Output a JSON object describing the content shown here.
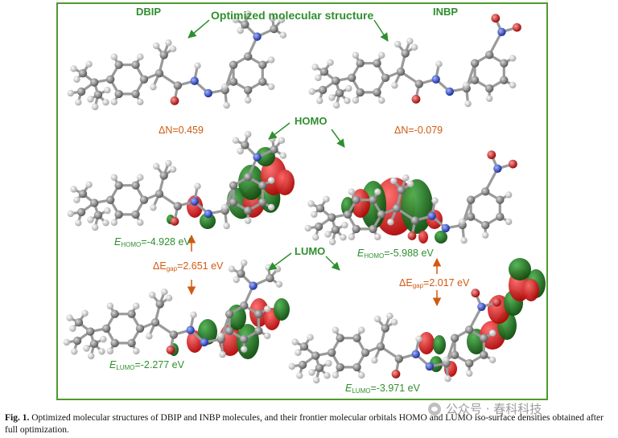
{
  "figure": {
    "title": "Optimized molecular structure",
    "left_molecule": "DBIP",
    "right_molecule": "INBP",
    "homo_label": "HOMO",
    "lumo_label": "LUMO",
    "dn_left": "ΔN=0.459",
    "dn_right": "ΔN=-0.079",
    "left_homo": {
      "sym": "E",
      "sub": "HOMO",
      "val": "=-4.928 eV"
    },
    "left_lumo": {
      "sym": "E",
      "sub": "LUMO",
      "val": "=-2.277 eV"
    },
    "right_homo": {
      "sym": "E",
      "sub": "HOMO",
      "val": "=-5.988 eV"
    },
    "right_lumo": {
      "sym": "E",
      "sub": "LUMO",
      "val": "=-3.971 eV"
    },
    "left_gap": {
      "pre": "ΔE",
      "sub": "gap",
      "val": "=2.651 eV"
    },
    "right_gap": {
      "pre": "ΔE",
      "sub": "gap",
      "val": "=2.017 eV"
    }
  },
  "caption": {
    "label": "Fig. 1.",
    "text": "Optimized molecular structures of DBIP and INBP molecules, and their frontier molecular orbitals HOMO and LUMO iso-surface densities obtained after full optimization."
  },
  "watermark": "公众号 · 春科科技",
  "colors": {
    "frame": "#4e9a2f",
    "label_green": "#2f8f2f",
    "label_orange": "#d05a10",
    "orbital_red": "#e01818",
    "orbital_green": "#1c7a1c",
    "carbon": "#8c8c8c",
    "hydrogen": "#e8e8e8",
    "nitrogen": "#3050d8",
    "oxygen": "#d81818"
  }
}
